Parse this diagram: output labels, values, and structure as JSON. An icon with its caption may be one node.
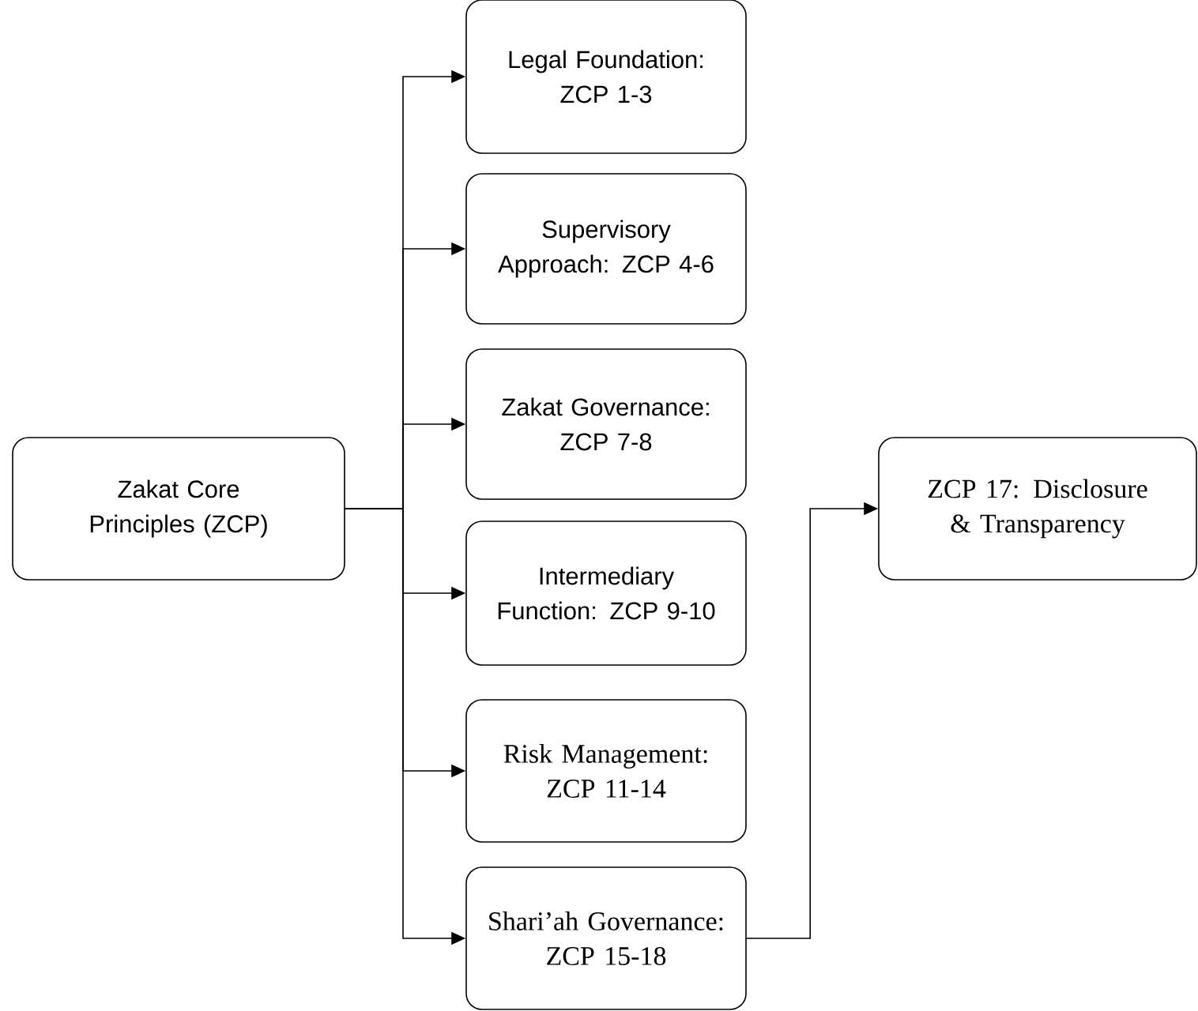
{
  "diagram": {
    "nodes": [
      {
        "text": [
          "Zakat Core Principles (ZCP)"
        ]
      },
      {
        "text": [
          "Legal Foundation: ZCP 1-3"
        ]
      },
      {
        "text": [
          "Supervisory Approach: ZCP 4-6"
        ]
      },
      {
        "text": [
          "Zakat Governance: ZCP 7-8"
        ]
      },
      {
        "text": [
          "Intermediary Function: ZCP 9-10"
        ]
      },
      {
        "text": [
          "Risk Management: ZCP 11-14"
        ]
      },
      {
        "text": [
          "Shari’ah Governance: ZCP 15-18"
        ]
      },
      {
        "text": [
          "ZCP 17: Disclosure & Transparency"
        ]
      }
    ],
    "edges": [
      {
        "from": 0,
        "to": 1,
        "arrow": "to"
      },
      {
        "from": 0,
        "to": 2,
        "arrow": "to"
      },
      {
        "from": 0,
        "to": 3,
        "arrow": "to"
      },
      {
        "from": 0,
        "to": 4,
        "arrow": "to"
      },
      {
        "from": 0,
        "to": 5,
        "arrow": "to"
      },
      {
        "from": 0,
        "to": 6,
        "arrow": "to"
      },
      {
        "from": 6,
        "to": 7,
        "arrow": "to"
      }
    ]
  }
}
